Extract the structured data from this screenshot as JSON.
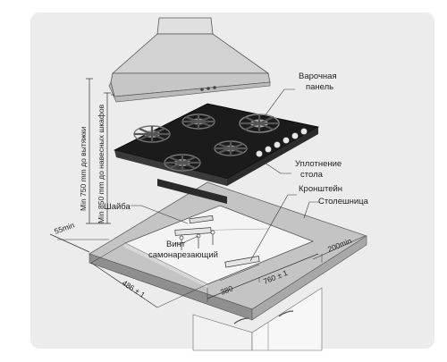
{
  "labels": {
    "hob_line1": "Варочная",
    "hob_line2": "панель",
    "seal_line1": "Уплотнение",
    "seal_line2": "стола",
    "bracket": "Кронштейн",
    "countertop": "Столешница",
    "washer": "Шайба",
    "screw_line1": "Винт",
    "screw_line2": "самонарезающий"
  },
  "dimensions": {
    "min_hood": "Min 750 mm до вытяжки",
    "min_cabinets": "Min 850 mm до навесных шкафов",
    "min_left": "55min",
    "min_right": "200min",
    "cutout_depth": "486 ± 1",
    "cutout_width": "760 ± 1",
    "bracket_offset": "380"
  },
  "colors": {
    "background": "#ececec",
    "counter_top": "#bfbfbf",
    "counter_edge": "#8f8f8f",
    "hob_glass": "#1b1b1b",
    "hood": "#d4d4d4",
    "cabinet": "#f2f2f2"
  }
}
